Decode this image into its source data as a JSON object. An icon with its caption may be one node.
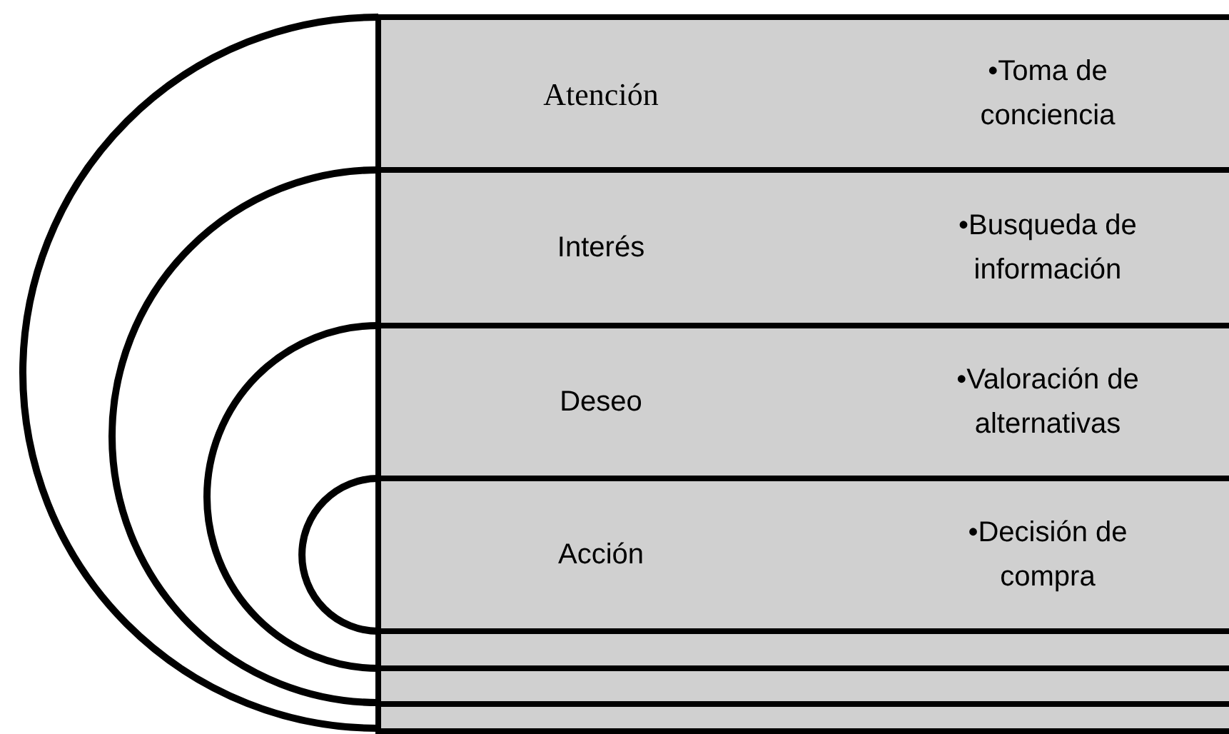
{
  "diagram": {
    "nodes": [
      {
        "text": [
          "Atención",
          "•Toma de conciencia"
        ]
      },
      {
        "text": [
          "Interés",
          "•Busqueda de información"
        ]
      },
      {
        "text": [
          "Deseo",
          "•Valoración de alternativas"
        ]
      },
      {
        "text": [
          "Acción",
          "•Decisión de compra"
        ]
      },
      {
        "text": [],
        "shape": "bar"
      },
      {
        "text": [],
        "shape": "bar"
      },
      {
        "text": [],
        "shape": "bar"
      }
    ]
  }
}
